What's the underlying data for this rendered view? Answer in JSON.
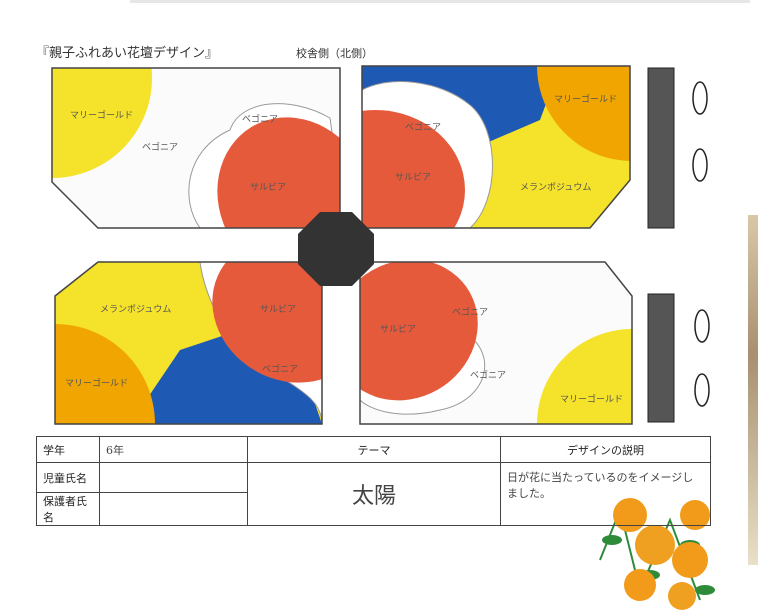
{
  "header": {
    "title": "『親子ふれあい花壇デザイン』",
    "side_label": "校舎側（北側）"
  },
  "flowers": {
    "marigold": "マリーゴールド",
    "begonia": "ベゴニア",
    "salvia": "サルビア",
    "xeranthemum": "メランポジュウム"
  },
  "colors": {
    "marigold": "#f0a500",
    "yellow": "#f5e22a",
    "salvia": "#e65a3c",
    "blue": "#1e5ab4",
    "center": "#333333"
  },
  "form": {
    "grade_label": "学年",
    "grade_value": "6年",
    "child_label": "児童氏名",
    "parent_label": "保護者氏名",
    "theme_label": "テーマ",
    "theme_value": "太陽",
    "desc_label": "デザインの説明",
    "desc_value": "日が花に当たっているのをイメージしました。"
  }
}
